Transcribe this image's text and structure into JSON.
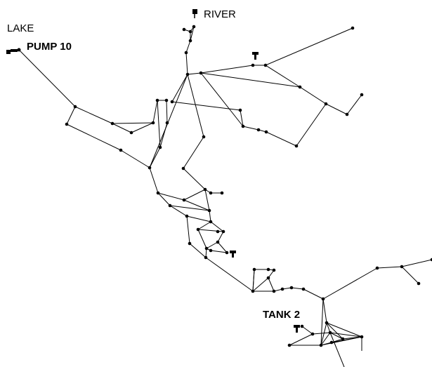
{
  "labels": {
    "lake": "LAKE",
    "pump": "PUMP 10",
    "river": "RIVER",
    "tank": "TANK 2"
  },
  "colors": {
    "background": "#ffffff",
    "ink": "#000000"
  },
  "icons": [
    "reservoir-icon",
    "pump-icon",
    "tank-icon"
  ]
}
